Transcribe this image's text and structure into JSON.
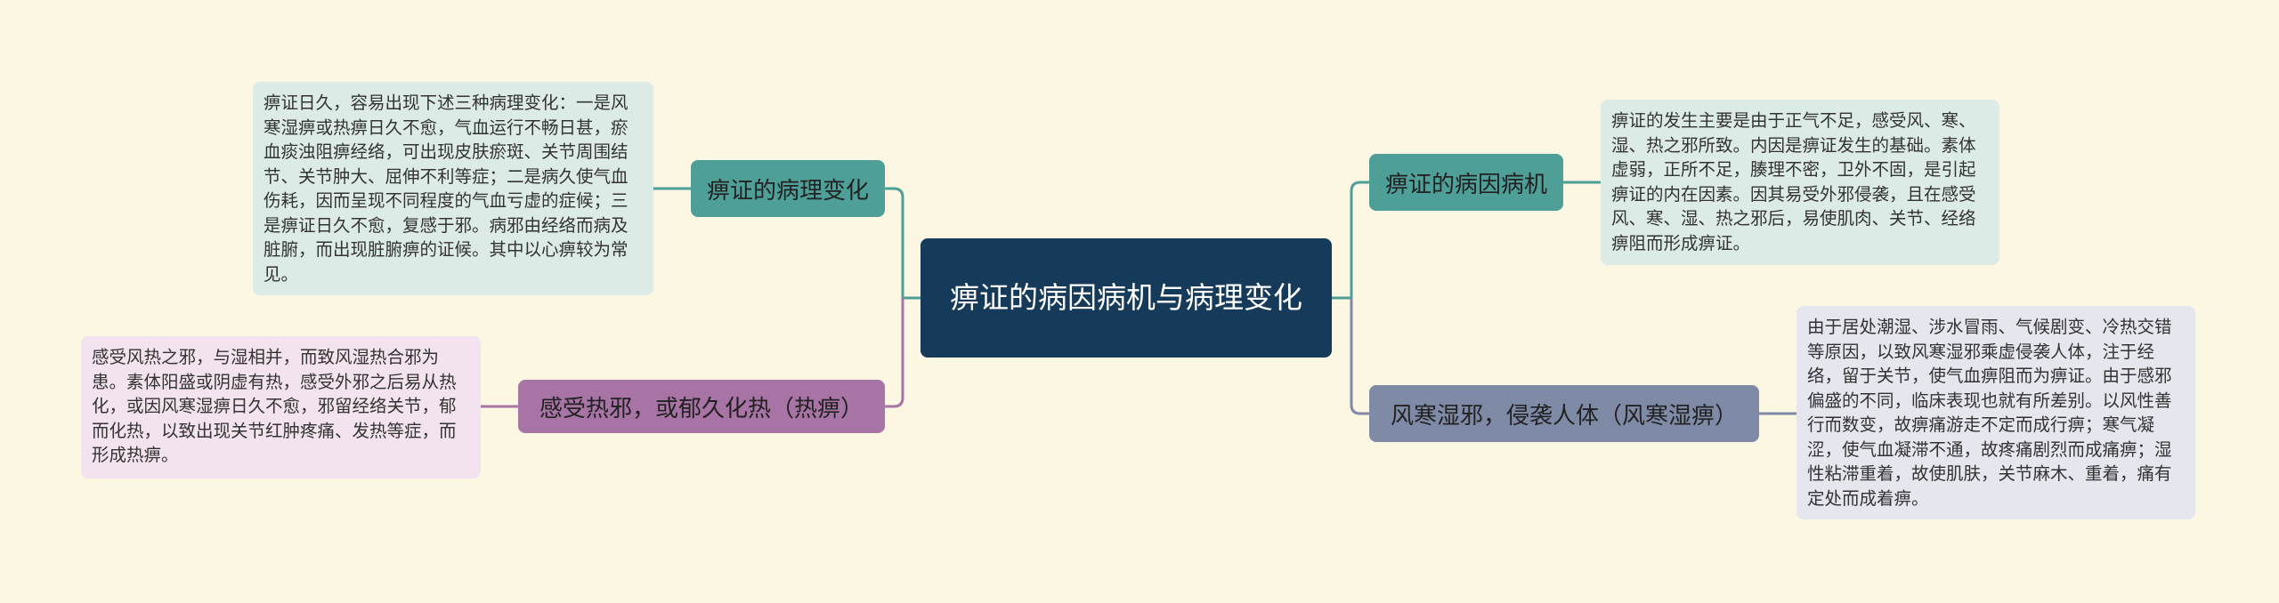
{
  "root": {
    "title": "痹证的病因病机与病理变化"
  },
  "branches": [
    {
      "label": "痹证的病理变化",
      "note": "痹证日久，容易出现下述三种病理变化：一是风寒湿痹或热痹日久不愈，气血运行不畅日甚，瘀血痰浊阻痹经络，可出现皮肤瘀斑、关节周围结节、关节肿大、屈伸不利等症；二是病久使气血伤耗，因而呈现不同程度的气血亏虚的症候；三是痹证日久不愈，复感于邪。病邪由经络而病及脏腑，而出现脏腑痹的证候。其中以心痹较为常见。"
    },
    {
      "label": "感受热邪，或郁久化热（热痹）",
      "note": "感受风热之邪，与湿相并，而致风湿热合邪为患。素体阳盛或阴虚有热，感受外邪之后易从热化，或因风寒湿痹日久不愈，邪留经络关节，郁而化热，以致出现关节红肿疼痛、发热等症，而形成热痹。"
    },
    {
      "label": "痹证的病因病机",
      "note": "痹证的发生主要是由于正气不足，感受风、寒、湿、热之邪所致。内因是痹证发生的基础。素体虚弱，正所不足，腠理不密，卫外不固，是引起痹证的内在因素。因其易受外邪侵袭，且在感受风、寒、湿、热之邪后，易使肌肉、关节、经络痹阻而形成痹证。"
    },
    {
      "label": "风寒湿邪，侵袭人体（风寒湿痹）",
      "note": "由于居处潮湿、涉水冒雨、气候剧变、冷热交错等原因，以致风寒湿邪乘虚侵袭人体，注于经络，留于关节，使气血痹阻而为痹证。由于感邪偏盛的不同，临床表现也就有所差别。以风性善行而数变，故痹痛游走不定而成行痹；寒气凝涩，使气血凝滞不通，故疼痛剧烈而成痛痹；湿性粘滞重着，故使肌肤，关节麻木、重着，痛有定处而成着痹。"
    }
  ],
  "colors": {
    "background": "#fcf7e3",
    "root": "#163a5a",
    "branch_teal": "#4e9f98",
    "branch_purple": "#a874a5",
    "branch_slate": "#7f8aa6",
    "note_teal": "#dcebe6",
    "note_purple": "#f3e3ee",
    "note_slate": "#e5e6ee"
  }
}
